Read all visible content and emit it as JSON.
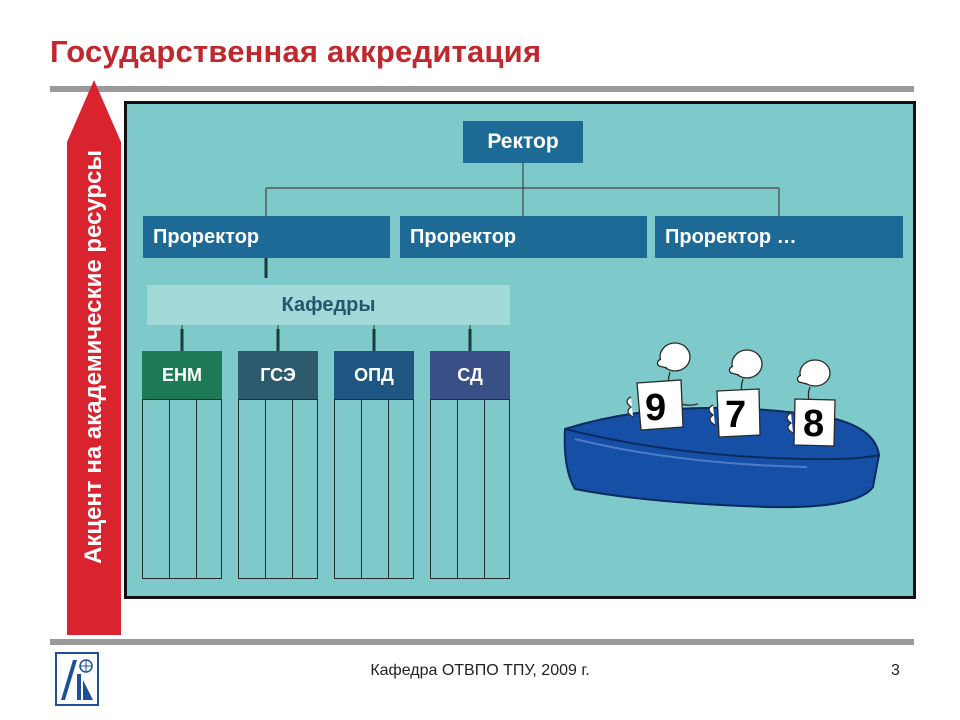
{
  "slide": {
    "title": "Государственная аккредитация",
    "side_label": "Акцент на академические ресурсы",
    "footer": "Кафедра ОТВПО ТПУ, 2009 г.",
    "page_number": "3"
  },
  "org_chart": {
    "top": "Ректор",
    "vice_rectors": [
      "Проректор",
      "Проректор",
      "Проректор …"
    ],
    "departments_label": "Кафедры",
    "departments": [
      "ЕНМ",
      "ГСЭ",
      "ОПД",
      "СД"
    ]
  },
  "jury": {
    "scores": [
      "9",
      "7",
      "8"
    ]
  },
  "colors": {
    "title": "#c0282e",
    "accent_red": "#d9232e",
    "panel": "#7ecaca",
    "node": "#1e6a97",
    "table": "#1550a6"
  }
}
